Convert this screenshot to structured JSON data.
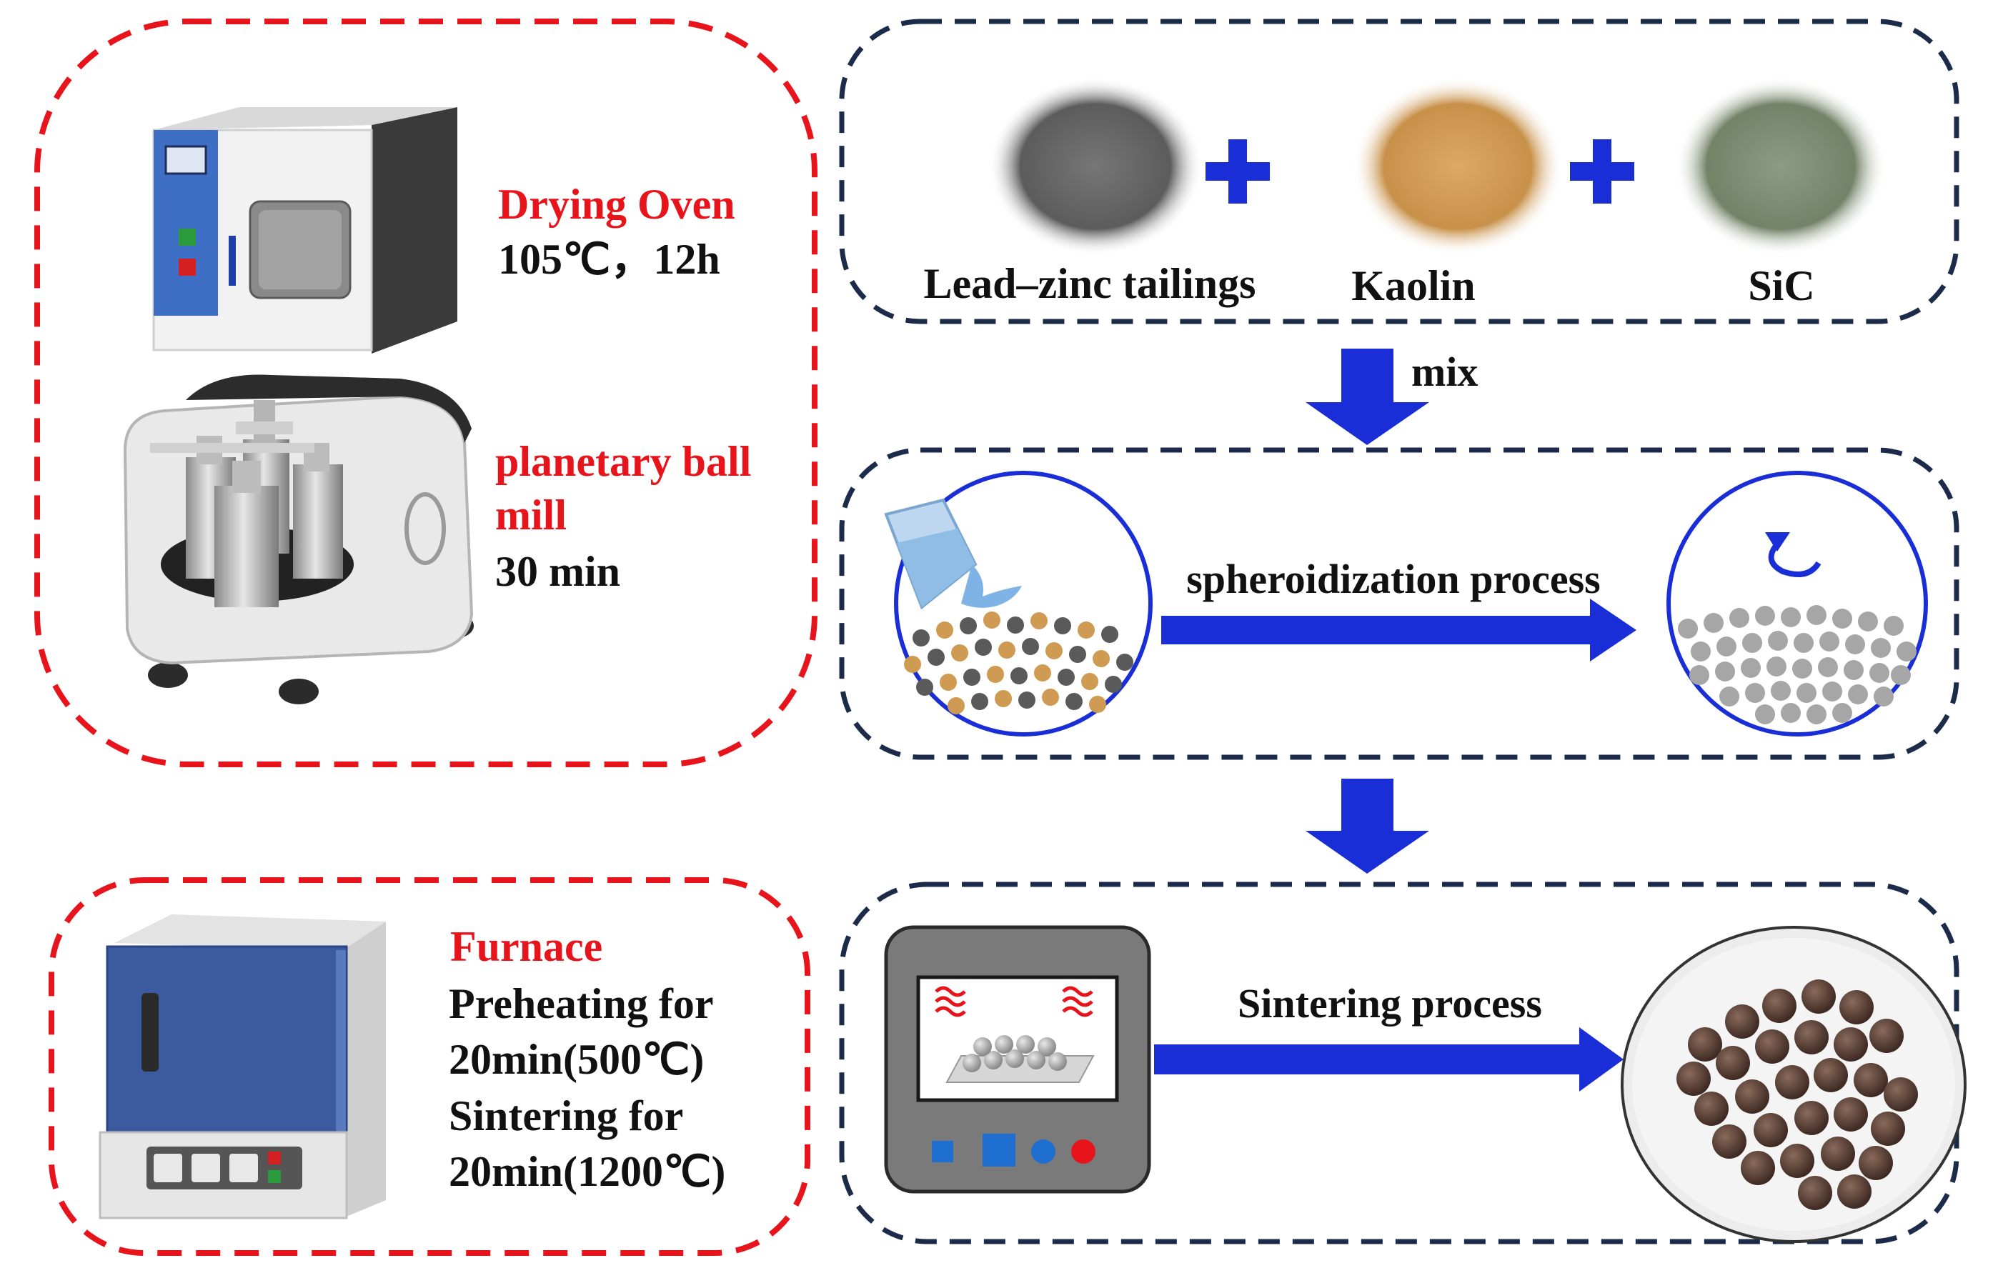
{
  "colors": {
    "red_dash": "#e8141c",
    "navy_dash": "#1d2b4a",
    "arrow_blue": "#1a2ed8",
    "text_red": "#e8141c",
    "text_black": "#111111"
  },
  "left_panel": {
    "oven": {
      "title": "Drying Oven",
      "condition": "105℃，12h",
      "icon": "drying-oven-icon"
    },
    "mill": {
      "title_line1": "planetary ball",
      "title_line2": "mill",
      "condition": "30 min",
      "icon": "planetary-ball-mill-icon"
    }
  },
  "furnace_panel": {
    "title": "Furnace",
    "line1": "Preheating for",
    "line2": "20min(500℃)",
    "line3": "Sintering for",
    "line4": "20min(1200℃)",
    "icon": "muffle-furnace-icon"
  },
  "materials": {
    "items": [
      {
        "label": "Lead–zinc tailings",
        "color": "#6c6c6c",
        "icon": "tailings-powder-icon"
      },
      {
        "label": "Kaolin",
        "color": "#cf9a52",
        "icon": "kaolin-powder-icon"
      },
      {
        "label": "SiC",
        "color": "#7d8c74",
        "icon": "sic-powder-icon"
      }
    ],
    "plus": "+"
  },
  "steps": {
    "mix_label": "mix",
    "spheroidization_label": "spheroidization process",
    "sintering_label": "Sintering process"
  }
}
